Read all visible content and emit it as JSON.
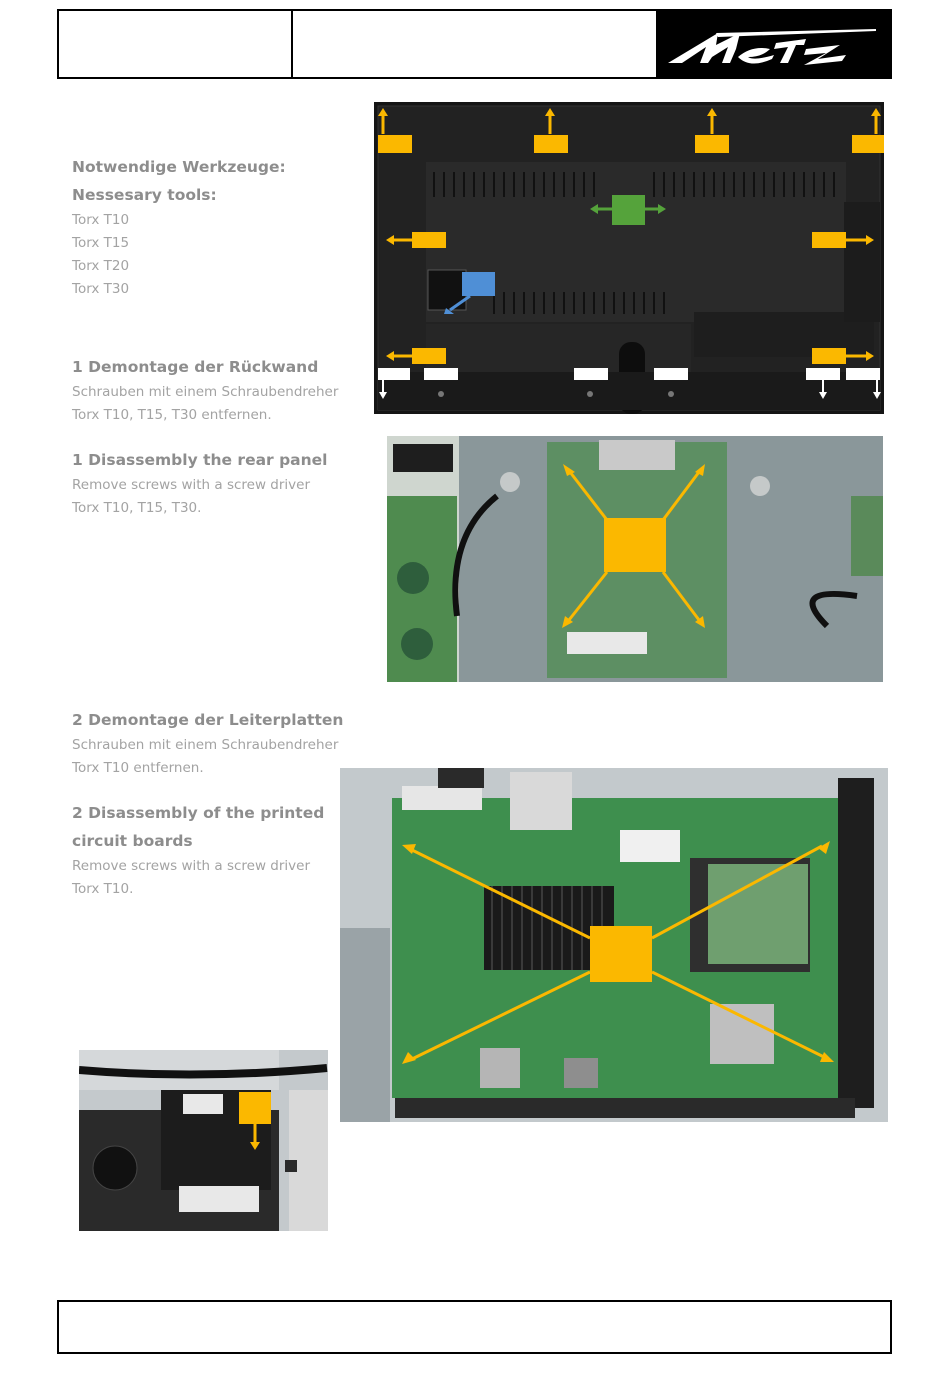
{
  "header": {
    "cell1": "",
    "cell2": "",
    "logo_text": "Metz"
  },
  "tools": {
    "heading_de": "Notwendige Werkzeuge:",
    "heading_en": "Nessesary tools:",
    "items": [
      "Torx T10",
      "Torx T15",
      "Torx T20",
      "Torx T30"
    ]
  },
  "step1": {
    "title_de": "1 Demontage der Rückwand",
    "desc_de_1": "Schrauben mit einem Schraubendreher",
    "desc_de_2": "Torx T10, T15, T30 entfernen.",
    "title_en": "1 Disassembly the rear panel",
    "desc_en_1": "Remove screws with a screw driver",
    "desc_en_2": "Torx T10, T15, T30."
  },
  "step2": {
    "title_de": "2 Demontage der Leiterplatten",
    "desc_de_1": "Schrauben mit einem Schraubendreher",
    "desc_de_2": "Torx T10 entfernen.",
    "title_en_1": "2 Disassembly of the printed",
    "title_en_2": "circuit boards",
    "desc_en_1": "Remove screws with a screw driver",
    "desc_en_2": "Torx T10."
  },
  "footer": {
    "text": ""
  },
  "colors": {
    "marker": "#fbb800",
    "marker_green": "#55a33b",
    "marker_blue": "#4f8fd6"
  }
}
